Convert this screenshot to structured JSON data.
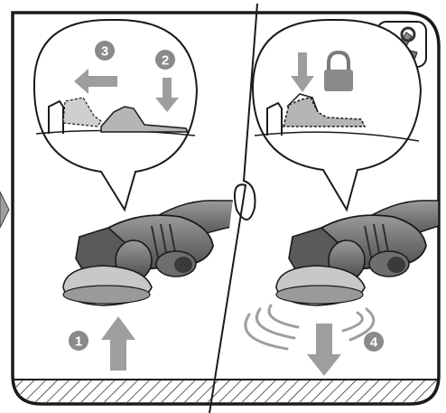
{
  "steps": [
    {
      "number": "1",
      "meaning": "lift-up"
    },
    {
      "number": "2",
      "meaning": "press-down-lever"
    },
    {
      "number": "3",
      "meaning": "slide-guard"
    },
    {
      "number": "4",
      "meaning": "push-down-lock"
    }
  ],
  "icons": [
    "arrow-up-icon",
    "arrow-down-icon",
    "arrow-left-icon",
    "padlock-icon",
    "spanner-tool-icon",
    "chevron-right-icon"
  ],
  "colors": {
    "outline": "#1a1a1a",
    "badge": "#8a8a8a",
    "arrow_fill": "#9e9e9e",
    "guard_fill": "#b5b5b5",
    "grinder_body": "#6e6e6e",
    "grinder_dark": "#2e2e2e",
    "panel_bg": "#ffffff"
  }
}
